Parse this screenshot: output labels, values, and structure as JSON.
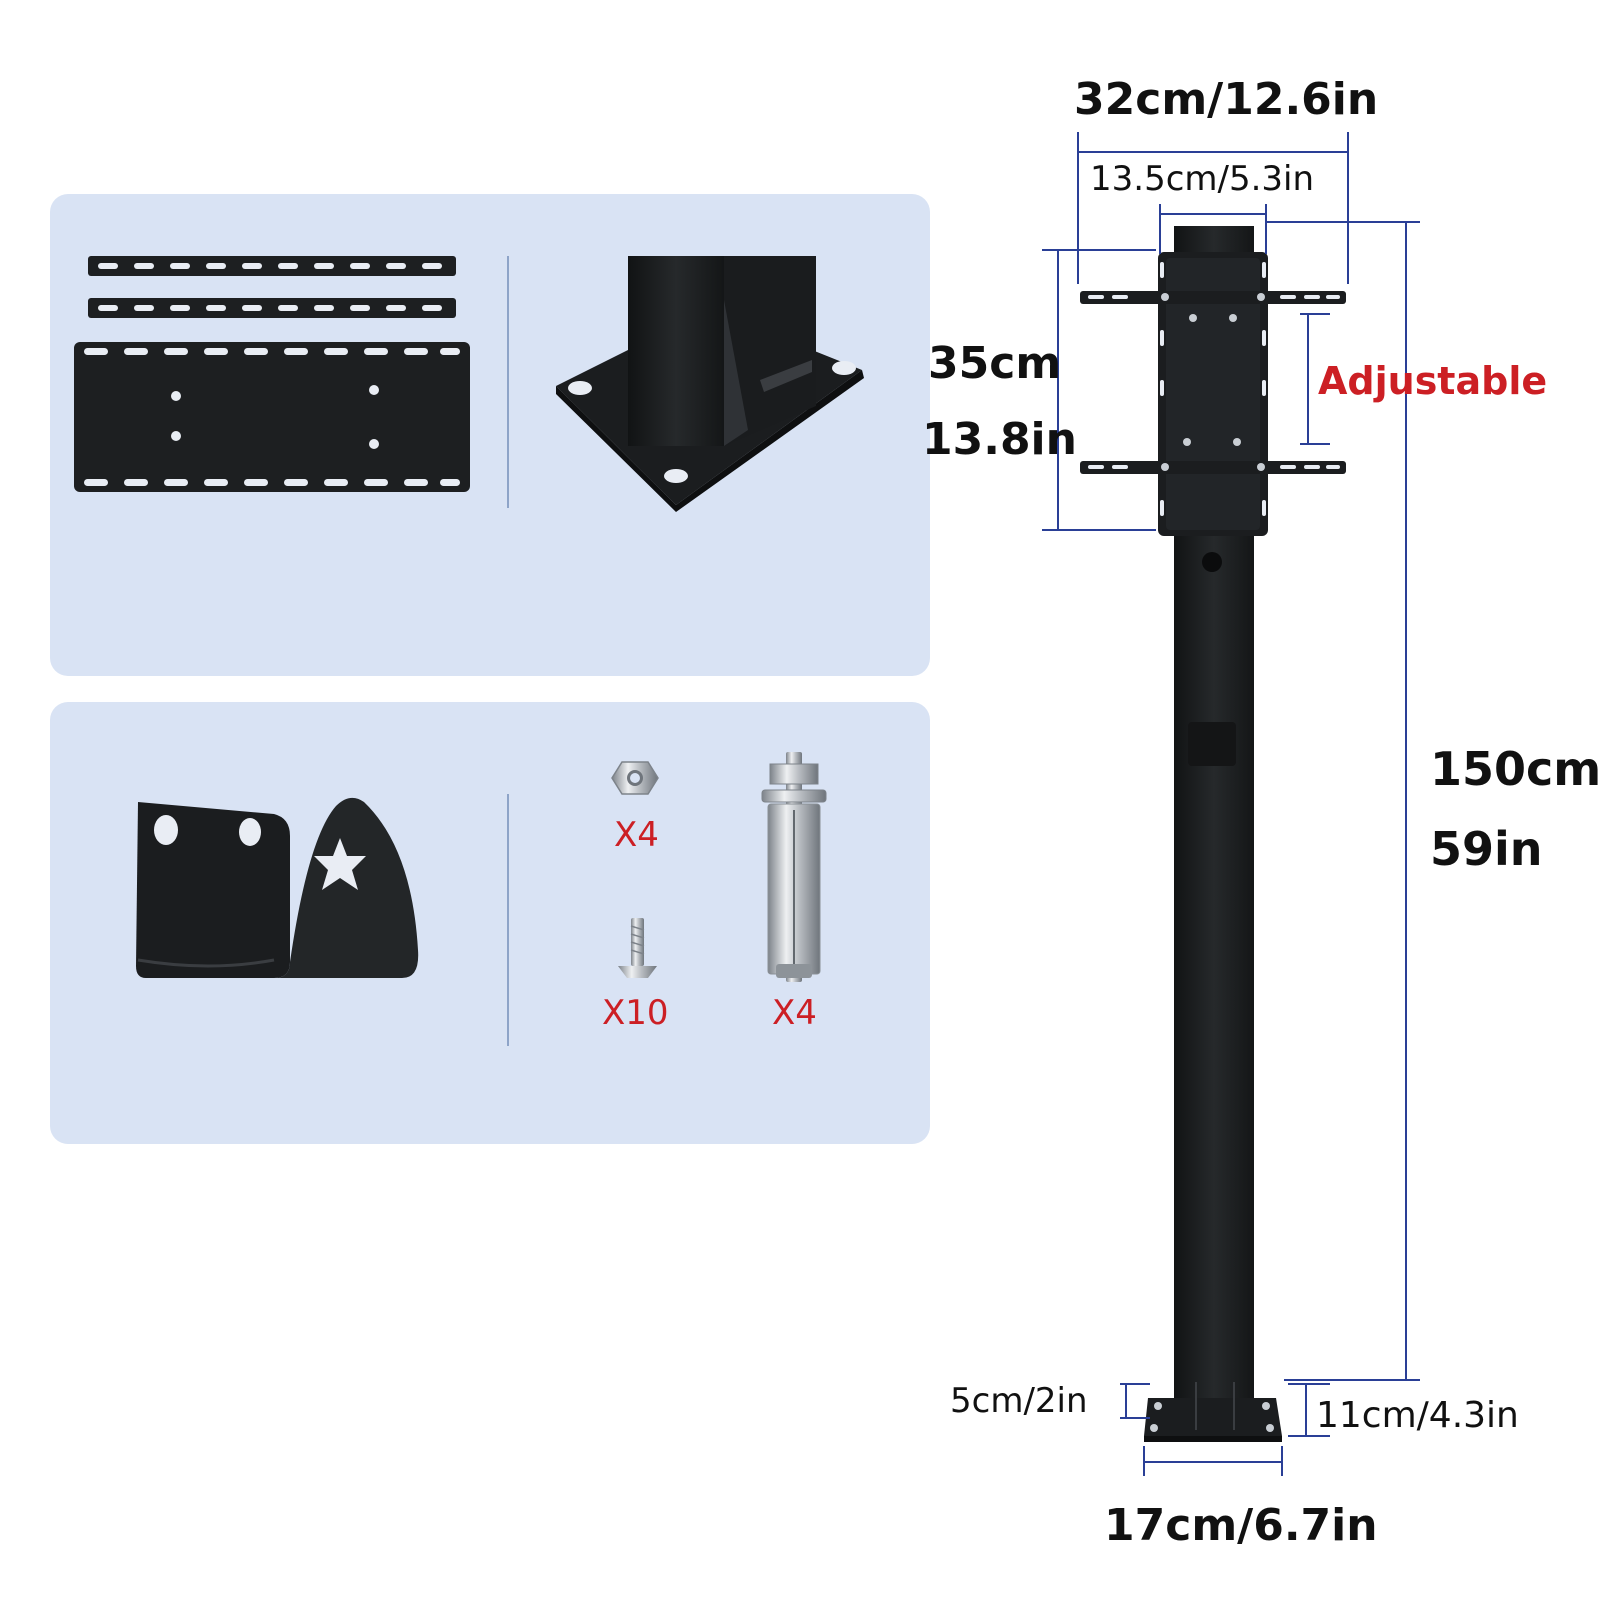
{
  "colors": {
    "panel_bg": "#d9e3f4",
    "metal": "#1d1f21",
    "dimension_line": "#2a3f96",
    "accent_red": "#cc1f24",
    "hardware_silver": "#b9bdc2"
  },
  "dimensions": {
    "overall_width": "32cm/12.6in",
    "mount_width": "13.5cm/5.3in",
    "mount_height_cm": "35cm",
    "mount_height_in": "13.8in",
    "adjustable": "Adjustable",
    "pole_height_cm": "150cm",
    "pole_height_in": "59in",
    "base_plate_height": "5cm/2in",
    "base_plate_side": "11cm/4.3in",
    "base_plate_width": "17cm/6.7in"
  },
  "accessories": {
    "nut_qty": "X4",
    "screw_qty": "X10",
    "anchor_bolt_qty": "X4"
  },
  "icons": [
    "mounting-strip-icon",
    "mounting-plate-icon",
    "base-flange-icon",
    "l-bracket-icon",
    "hex-nut-icon",
    "flat-screw-icon",
    "expansion-bolt-icon",
    "pole-icon"
  ]
}
